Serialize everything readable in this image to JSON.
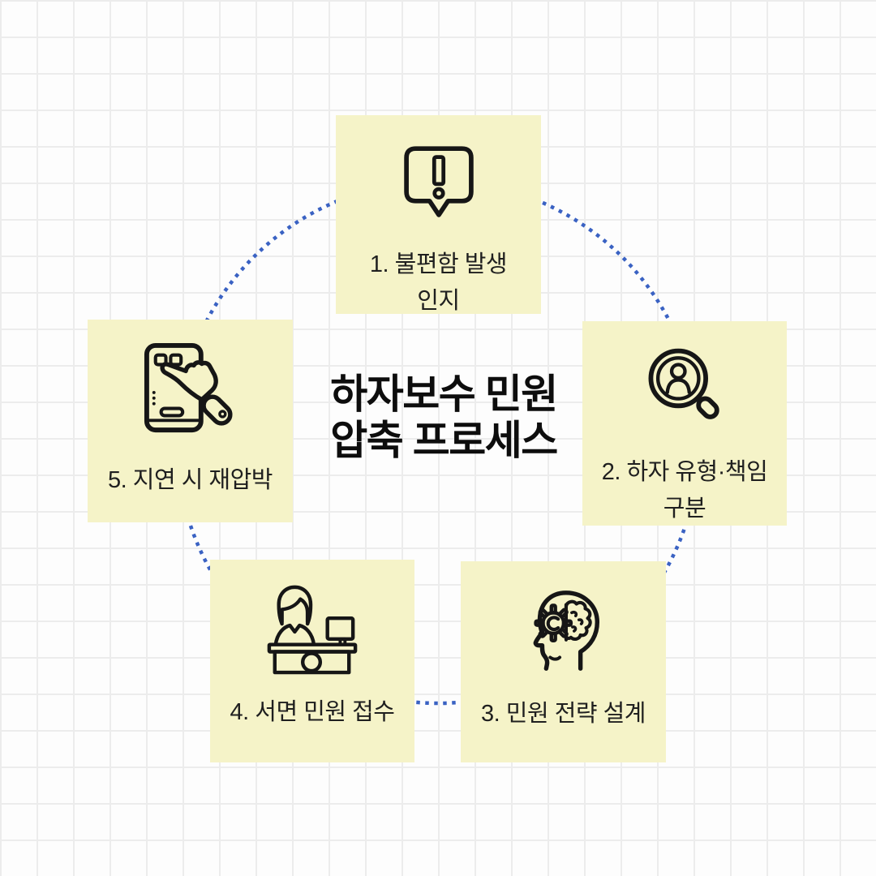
{
  "title": {
    "line1": "하자보수 민원",
    "line2": "압축 프로세스"
  },
  "steps": [
    {
      "num": "1",
      "icon": "alert-speech-bubble-icon",
      "label_lines": [
        "1. 불편함 발생",
        "인지"
      ]
    },
    {
      "num": "2",
      "icon": "magnifier-person-icon",
      "label_lines": [
        "2. 하자 유형·책임",
        "구분"
      ]
    },
    {
      "num": "3",
      "icon": "head-gear-brain-icon",
      "label_lines": [
        "3. 민원 전략 설계"
      ]
    },
    {
      "num": "4",
      "icon": "receptionist-desk-icon",
      "label_lines": [
        "4. 서면 민원 접수"
      ]
    },
    {
      "num": "5",
      "icon": "phone-touch-icon",
      "label_lines": [
        "5. 지연 시 재압박"
      ]
    }
  ],
  "colors": {
    "page_bg": "#fdfdfd",
    "grid_line": "#ececec",
    "box_bg": "#f5f3c8",
    "dot_circle": "#3a62c3",
    "ink": "#161616",
    "label_ink": "#1f1f1f"
  }
}
